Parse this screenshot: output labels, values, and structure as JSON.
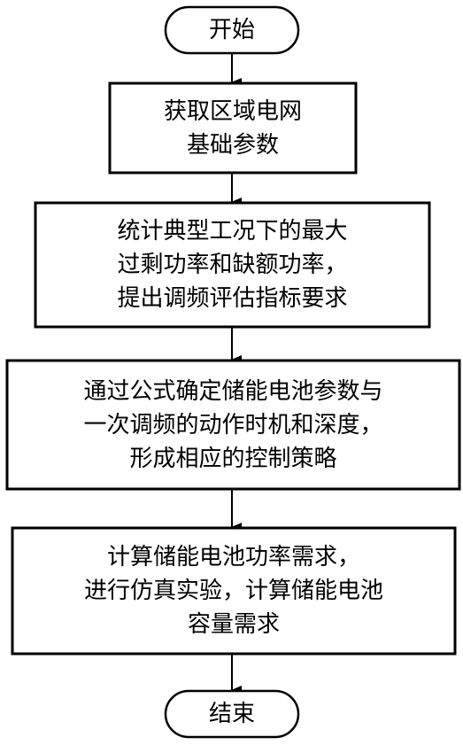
{
  "flowchart": {
    "start": {
      "label": "开始"
    },
    "steps": [
      {
        "lines": [
          "获取区域电网",
          "基础参数"
        ]
      },
      {
        "lines": [
          "统计典型工况下的最大",
          "过剩功率和缺额功率，",
          "提出调频评估指标要求"
        ]
      },
      {
        "lines": [
          "通过公式确定储能电池参数与",
          "一次调频的动作时机和深度，",
          "形成相应的控制策略"
        ]
      },
      {
        "lines": [
          "计算储能电池功率需求，",
          "进行仿真实验，计算储能电池",
          "容量需求"
        ]
      }
    ],
    "end": {
      "label": "结束"
    }
  },
  "colors": {
    "stroke": "#000000",
    "background": "#ffffff"
  }
}
